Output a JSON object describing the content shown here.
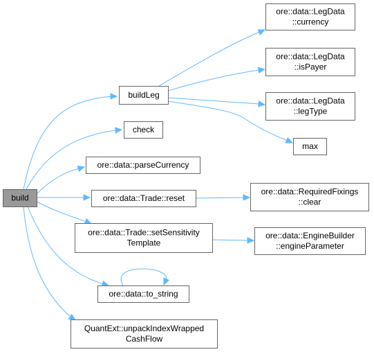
{
  "diagram": {
    "colors": {
      "edge": "#63b8ff",
      "node_border": "#666666",
      "node_fill": "#ffffff",
      "root_fill": "#999999",
      "text": "#000000"
    },
    "nodes": [
      {
        "id": "build",
        "lines": [
          "build"
        ],
        "root": true
      },
      {
        "id": "buildLeg",
        "lines": [
          "buildLeg"
        ]
      },
      {
        "id": "check",
        "lines": [
          "check"
        ]
      },
      {
        "id": "parseCurrency",
        "lines": [
          "ore::data::parseCurrency"
        ]
      },
      {
        "id": "reset",
        "lines": [
          "ore::data::Trade::reset"
        ]
      },
      {
        "id": "setSensitivityTemplate",
        "lines": [
          "ore::data::Trade::setSensitivity",
          "Template"
        ]
      },
      {
        "id": "to_string",
        "lines": [
          "ore::data::to_string"
        ]
      },
      {
        "id": "unpackIndexWrappedCashFlow",
        "lines": [
          "QuantExt::unpackIndexWrapped",
          "CashFlow"
        ]
      },
      {
        "id": "currency",
        "lines": [
          "ore::data::LegData",
          "::currency"
        ]
      },
      {
        "id": "isPayer",
        "lines": [
          "ore::data::LegData",
          "::isPayer"
        ]
      },
      {
        "id": "legType",
        "lines": [
          "ore::data::LegData",
          "::legType"
        ]
      },
      {
        "id": "max",
        "lines": [
          "max"
        ]
      },
      {
        "id": "requiredFixingsClear",
        "lines": [
          "ore::data::RequiredFixings",
          "::clear"
        ]
      },
      {
        "id": "engineParameter",
        "lines": [
          "ore::data::EngineBuilder",
          "::engineParameter"
        ]
      }
    ],
    "edges": [
      {
        "from": "build",
        "to": "buildLeg"
      },
      {
        "from": "build",
        "to": "check"
      },
      {
        "from": "build",
        "to": "parseCurrency"
      },
      {
        "from": "build",
        "to": "reset"
      },
      {
        "from": "build",
        "to": "setSensitivityTemplate"
      },
      {
        "from": "build",
        "to": "to_string"
      },
      {
        "from": "build",
        "to": "unpackIndexWrappedCashFlow"
      },
      {
        "from": "buildLeg",
        "to": "currency"
      },
      {
        "from": "buildLeg",
        "to": "isPayer"
      },
      {
        "from": "buildLeg",
        "to": "legType"
      },
      {
        "from": "buildLeg",
        "to": "max"
      },
      {
        "from": "reset",
        "to": "requiredFixingsClear"
      },
      {
        "from": "setSensitivityTemplate",
        "to": "engineParameter"
      },
      {
        "from": "to_string",
        "to": "to_string"
      }
    ]
  }
}
